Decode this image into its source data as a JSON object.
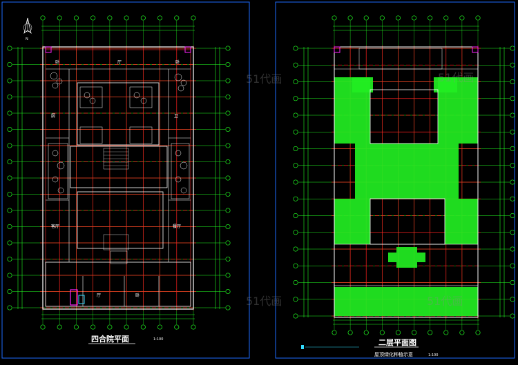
{
  "colors": {
    "background": "#000000",
    "frame": "#1e6bff",
    "gridline": "#ff2020",
    "dimension": "#22ff22",
    "wall": "#ffffff",
    "wall_inner": "#ff3030",
    "fill_green": "#22ee22",
    "accent_magenta": "#ff22ff",
    "accent_cyan": "#33ddff"
  },
  "left_sheet": {
    "title": "四合院平面",
    "scale": "1:100",
    "north_label": "N",
    "north_icon": "north-arrow-icon",
    "rooms": [
      "卧",
      "厅",
      "厨",
      "卫",
      "客厅",
      "餐厅"
    ]
  },
  "right_sheet": {
    "title": "二层平面图",
    "note": "屋顶绿化种植示意",
    "scale": "1:100"
  },
  "watermark": {
    "text": "51代画"
  }
}
